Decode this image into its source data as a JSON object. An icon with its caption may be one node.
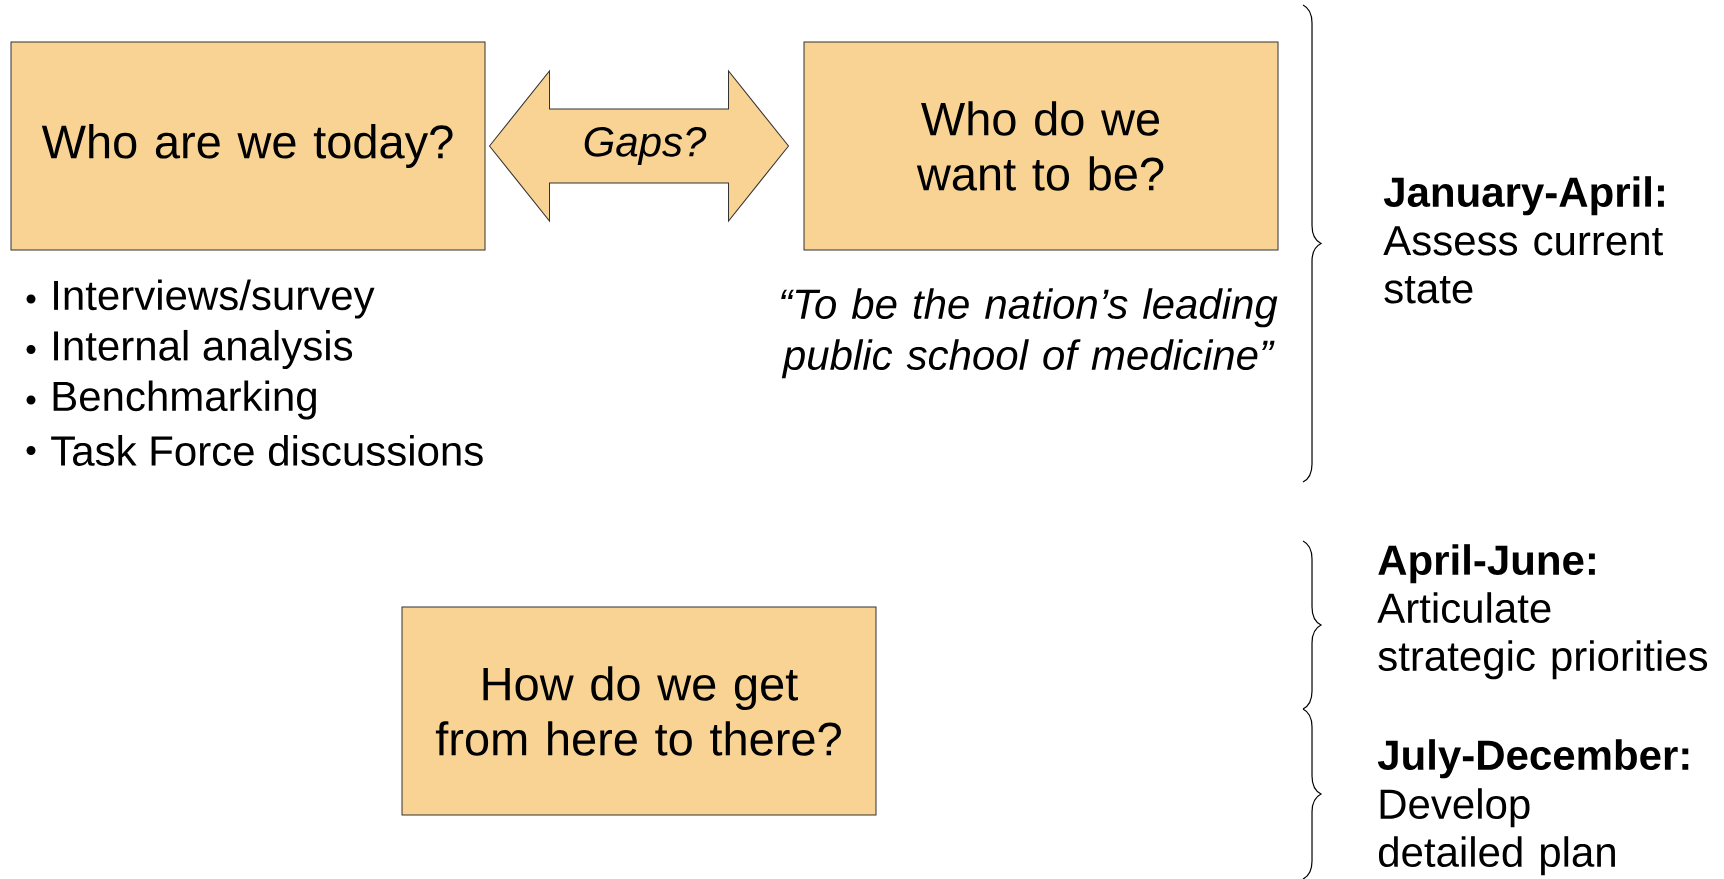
{
  "diagram": {
    "nodes": [
      {
        "text": [
          "Who are we today?"
        ],
        "beside": [
          "Interviews/survey",
          "Internal analysis",
          "Benchmarking",
          "Task Force discussions"
        ]
      },
      {
        "text": [
          "Who do we want to be?"
        ],
        "beside": [
          "“To be the nation’s leading public school of medicine”"
        ]
      },
      {
        "text": [
          "How do we get from here to there?"
        ]
      }
    ],
    "edges": [
      {
        "from": 0,
        "to": 1,
        "arrow": "both",
        "label": "Gaps?"
      }
    ],
    "labels": [
      "January-April:",
      "Assess current state",
      "April-June:",
      "Articulate strategic priorities",
      "July-December:",
      "Develop detailed plan"
    ]
  }
}
